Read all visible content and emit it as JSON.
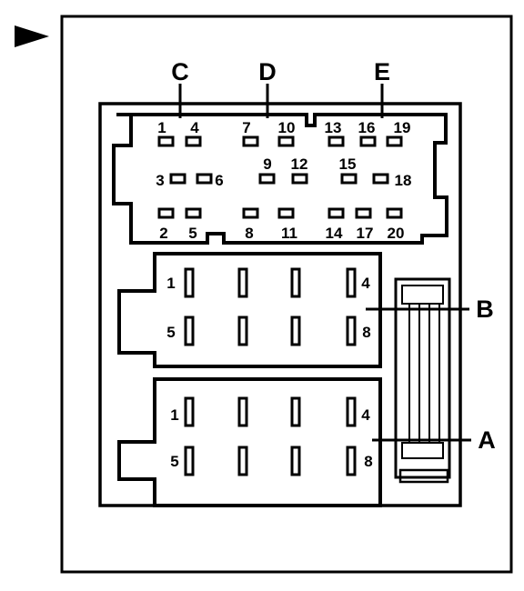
{
  "colors": {
    "ink": "#000000",
    "paper": "#ffffff"
  },
  "icons": {
    "pointer": "right-pointing-triangle-icon"
  },
  "connector_top": {
    "section_labels": {
      "c": "C",
      "d": "D",
      "e": "E"
    },
    "pins": {
      "p1": "1",
      "p2": "2",
      "p3": "3",
      "p4": "4",
      "p5": "5",
      "p6": "6",
      "p7": "7",
      "p8": "8",
      "p9": "9",
      "p10": "10",
      "p11": "11",
      "p12": "12",
      "p13": "13",
      "p14": "14",
      "p15": "15",
      "p16": "16",
      "p17": "17",
      "p18": "18",
      "p19": "19",
      "p20": "20"
    }
  },
  "connector_b": {
    "label": "B",
    "pins": {
      "p1": "1",
      "p4": "4",
      "p5": "5",
      "p8": "8"
    }
  },
  "connector_a": {
    "label": "A",
    "pins": {
      "p1": "1",
      "p4": "4",
      "p5": "5",
      "p8": "8"
    }
  }
}
